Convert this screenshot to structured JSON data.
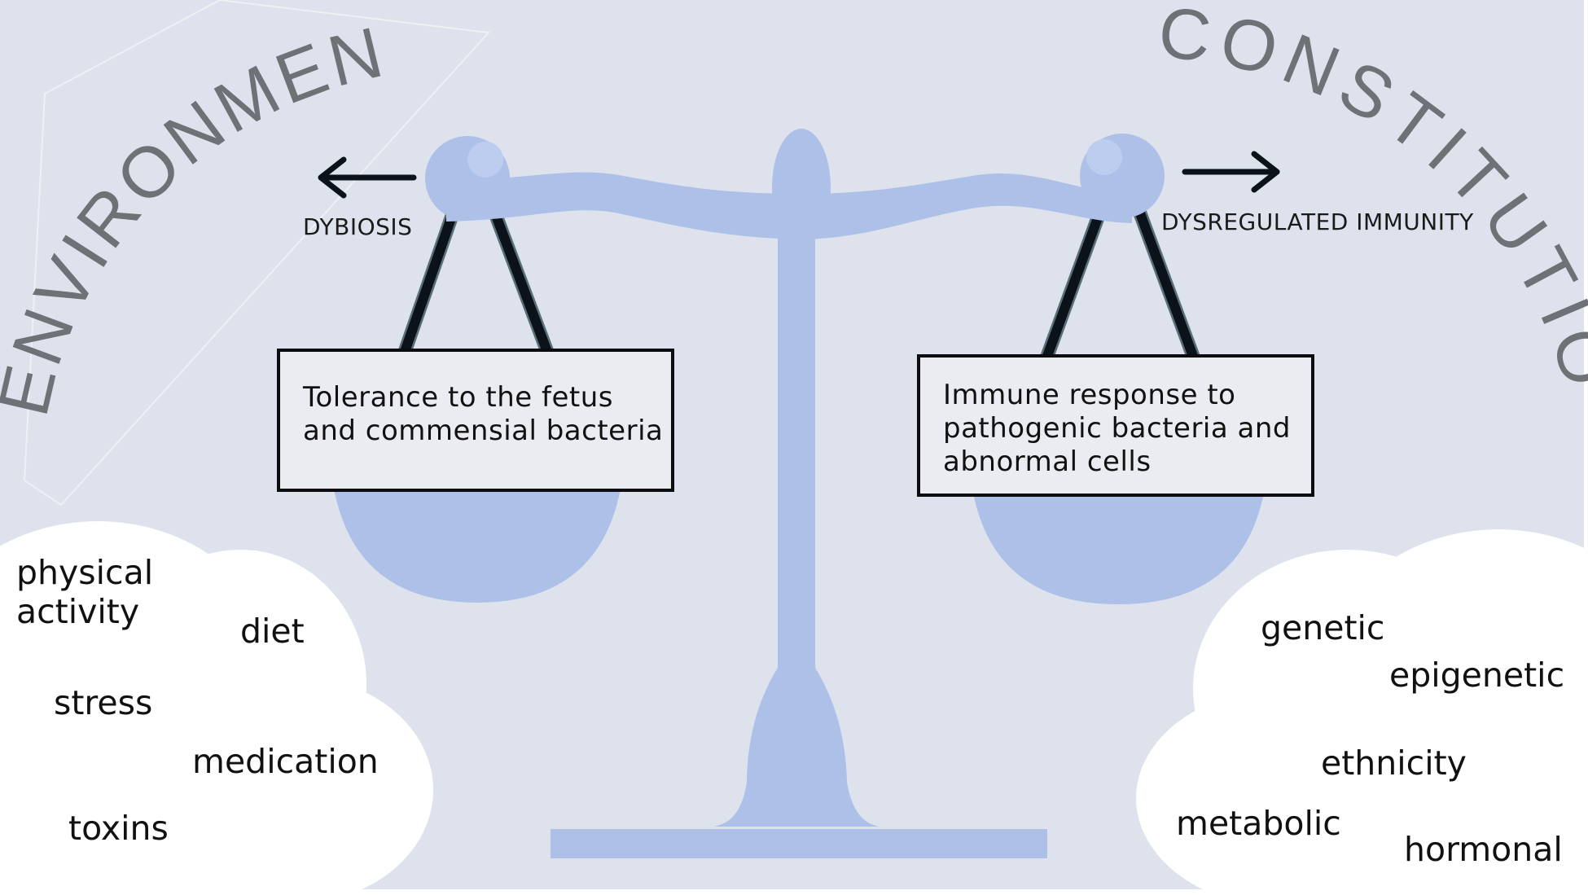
{
  "arc_left": "ENVIRONMENTAL",
  "arc_right": "CONSTITUTIONAL",
  "left_label": "DYBIOSIS",
  "right_label": "DYSREGULATED IMMUNITY",
  "left_box": [
    "Tolerance to the fetus",
    "and commensial bacteria"
  ],
  "right_box": [
    "Immune response to",
    "pathogenic bacteria and",
    "abnormal cells"
  ],
  "left_factors": [
    "physical",
    "activity",
    "diet",
    "stress",
    "medication",
    "toxins"
  ],
  "right_factors": [
    "genetic",
    "epigenetic",
    "ethnicity",
    "metabolic",
    "hormonal"
  ],
  "colors": {
    "background": "#dde2ec",
    "scale": "#adc0e8",
    "arc_text": "#6e7276",
    "rope": "#0c121a",
    "cloud": "#ffffff",
    "arrow": "#0c121a"
  }
}
